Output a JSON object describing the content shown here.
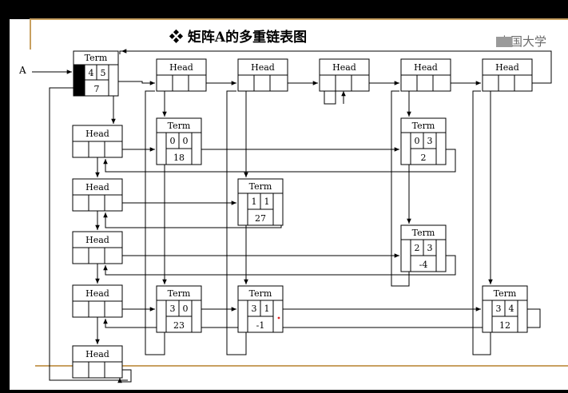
{
  "title": "❖ 矩阵A的多重链表图",
  "watermark": "中国大学",
  "matrix_label": "A",
  "header_node": {
    "label": "Term",
    "rows": "4",
    "cols": "5",
    "value": "7"
  },
  "column_heads": [
    {
      "label": "Head"
    },
    {
      "label": "Head"
    },
    {
      "label": "Head"
    },
    {
      "label": "Head"
    },
    {
      "label": "Head"
    }
  ],
  "row_heads": [
    {
      "label": "Head"
    },
    {
      "label": "Head"
    },
    {
      "label": "Head"
    },
    {
      "label": "Head"
    },
    {
      "label": "Head"
    }
  ],
  "terms": [
    {
      "label": "Term",
      "row": "0",
      "col": "0",
      "value": "18"
    },
    {
      "label": "Term",
      "row": "0",
      "col": "3",
      "value": "2"
    },
    {
      "label": "Term",
      "row": "1",
      "col": "1",
      "value": "27"
    },
    {
      "label": "Term",
      "row": "2",
      "col": "3",
      "value": "-4"
    },
    {
      "label": "Term",
      "row": "3",
      "col": "0",
      "value": "23"
    },
    {
      "label": "Term",
      "row": "3",
      "col": "1",
      "value": "-1"
    },
    {
      "label": "Term",
      "row": "3",
      "col": "4",
      "value": "12"
    }
  ]
}
